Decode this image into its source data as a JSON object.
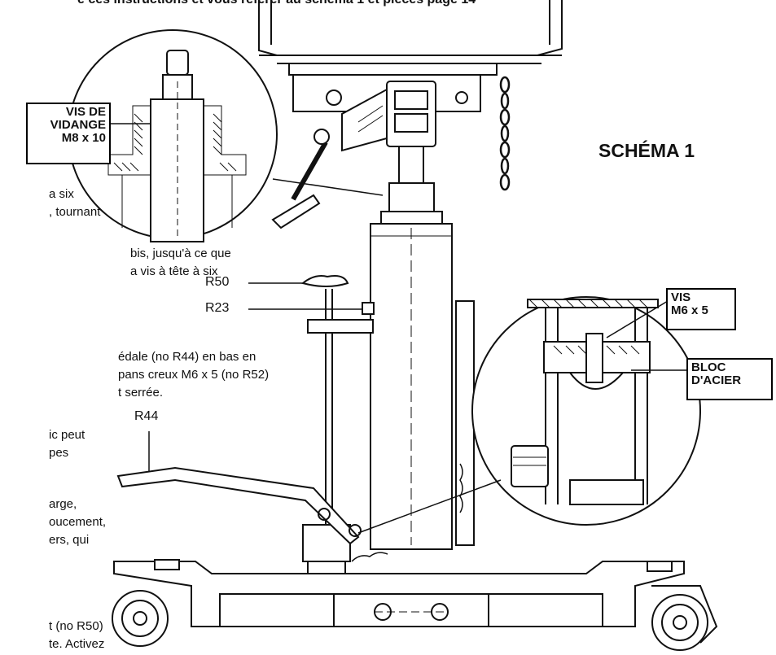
{
  "header_text": "e ces instructions et vous référer au schéma 1 et pièces page 14",
  "schema_title": "SCHÉMA 1",
  "labels": {
    "drain_screw": [
      "VIS DE",
      "VIDANGE",
      "M8 x 10"
    ],
    "screw": [
      "VIS",
      "M6 x 5"
    ],
    "steel_block": [
      "BLOC",
      "D'ACIER"
    ],
    "r50": "R50",
    "r23": "R23",
    "r44": "R44"
  },
  "body_text": [
    "a six",
    ", tournant",
    "bis, jusqu'à ce que",
    "a vis à tête à six",
    "édale (no R44) en bas en",
    "pans creux M6 x 5 (no R52)",
    "t serrée.",
    "ic peut",
    "pes",
    "arge,",
    "oucement,",
    "ers, qui",
    "t (no R50)",
    "te. Activez"
  ],
  "colors": {
    "line": "#111111",
    "background": "#ffffff"
  }
}
